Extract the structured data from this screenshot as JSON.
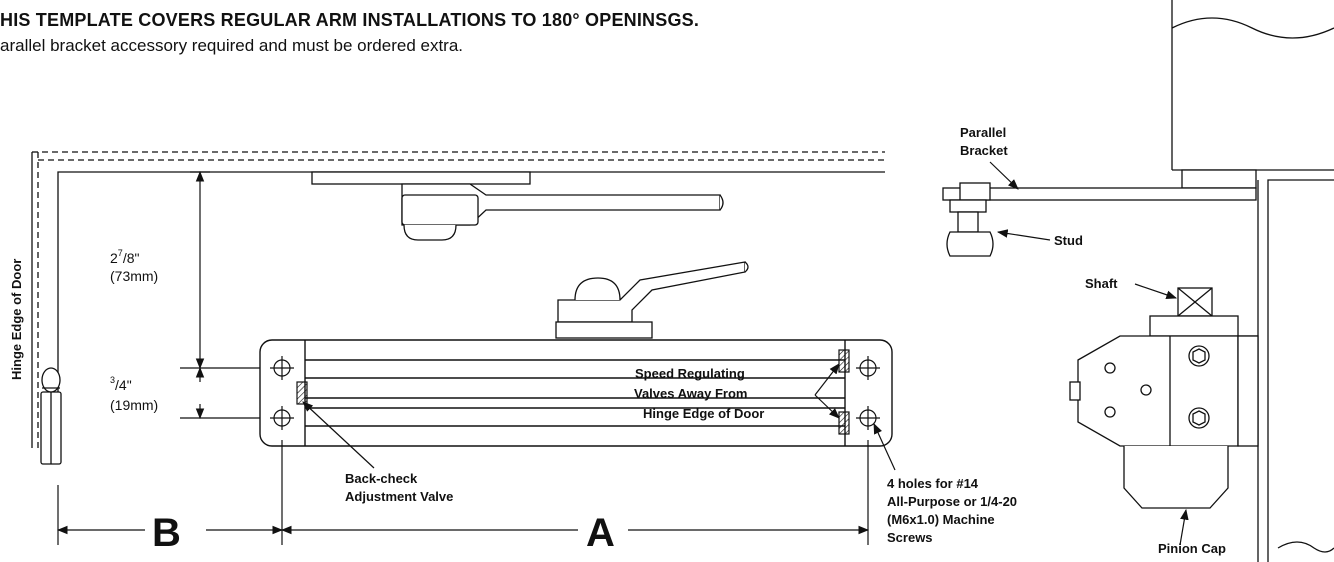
{
  "header": {
    "title": "HIS TEMPLATE COVERS REGULAR ARM INSTALLATIONS TO 180° OPENINSGS.",
    "subtitle": "arallel bracket accessory required and must be ordered extra."
  },
  "labels": {
    "hinge_edge": "Hinge Edge of Door",
    "dim_top_whole": "2",
    "dim_top_num": "7",
    "dim_top_den": "/8\"",
    "dim_top_mm": "(73mm)",
    "dim_bottom_num": "3",
    "dim_bottom_den": "/4\"",
    "dim_bottom_mm": "(19mm)",
    "speed_line1": "Speed Regulating",
    "speed_line2": "Valves Away From",
    "speed_line3": "Hinge Edge of Door",
    "backcheck_line1": "Back-check",
    "backcheck_line2": "Adjustment Valve",
    "holes_line1": "4 holes for #14",
    "holes_line2": "All-Purpose or 1/4-20",
    "holes_line3": "(M6x1.0) Machine",
    "holes_line4": "Screws",
    "dim_A": "A",
    "dim_B": "B",
    "parallel_line1": "Parallel",
    "parallel_line2": "Bracket",
    "stud": "Stud",
    "shaft": "Shaft",
    "pinion_cap": "Pinion Cap"
  }
}
